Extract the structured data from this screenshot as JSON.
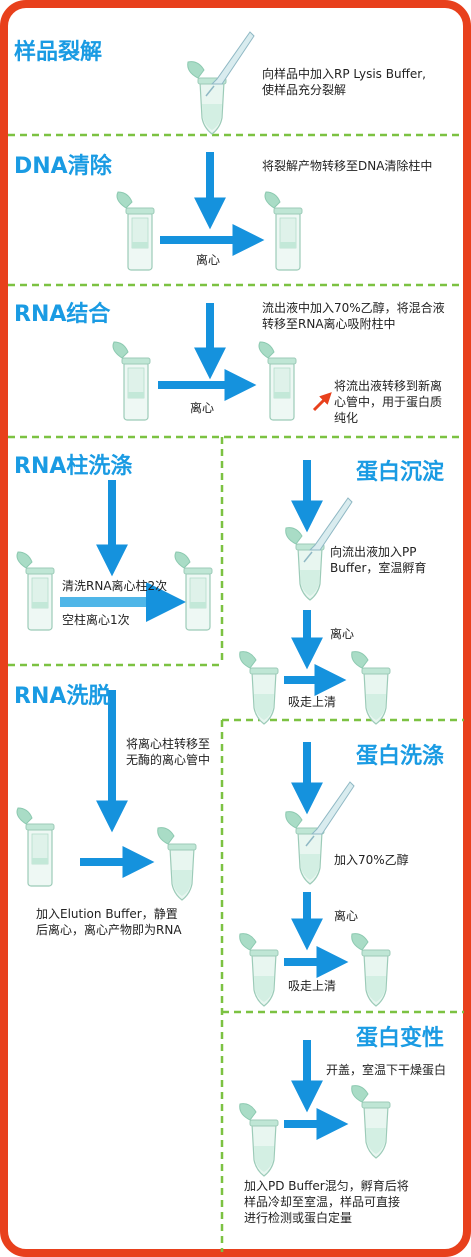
{
  "sections": {
    "lysis": {
      "title": "样品裂解",
      "desc_1": "向样品中加入RP Lysis Buffer,",
      "desc_2": "使样品充分裂解"
    },
    "dna": {
      "title": "DNA清除",
      "desc": "将裂解产物转移至DNA清除柱中",
      "spin": "离心"
    },
    "rna_bind": {
      "title": "RNA结合",
      "desc_1": "流出液中加入70%乙醇，将混合液",
      "desc_2": "转移至RNA离心吸附柱中",
      "spin": "离心",
      "side_1": "将流出液转移到新离",
      "side_2": "心管中，用于蛋白质",
      "side_3": "纯化"
    },
    "rna_wash": {
      "title": "RNA柱洗涤",
      "step_1": "清洗RNA离心柱2次",
      "step_2": "空柱离心1次"
    },
    "protein_precip": {
      "title": "蛋白沉淀",
      "desc_1": "向流出液加入PP",
      "desc_2": "Buffer，室温孵育",
      "spin": "离心",
      "remove": "吸走上清"
    },
    "rna_elute": {
      "title": "RNA洗脱",
      "desc_1": "将离心柱转移至",
      "desc_2": "无酶的离心管中",
      "foot_1": "加入Elution Buffer，静置",
      "foot_2": "后离心，离心产物即为RNA"
    },
    "protein_wash": {
      "title": "蛋白洗涤",
      "desc": "加入70%乙醇",
      "spin": "离心",
      "remove": "吸走上清"
    },
    "protein_denature": {
      "title": "蛋白变性",
      "desc": "开盖，室温下干燥蛋白",
      "foot_1": "加入PD Buffer混匀，孵育后将",
      "foot_2": "样品冷却至室温，样品可直接",
      "foot_3": "进行检测或蛋白定量"
    }
  },
  "colors": {
    "frame": "#e8401c",
    "title": "#1a9be3",
    "arrow": "#1592dd",
    "divider": "#7cc242",
    "tube": "#8fd3b8"
  }
}
